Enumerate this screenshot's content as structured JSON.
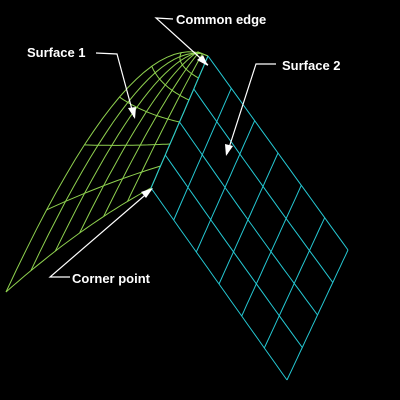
{
  "diagram": {
    "labels": {
      "common_edge": "Common edge",
      "surface_1": "Surface 1",
      "surface_2": "Surface 2",
      "corner_point": "Corner point"
    },
    "colors": {
      "background": "#000000",
      "surface_1": "#8fd14f",
      "surface_2": "#25c8d3",
      "annotation": "#ffffff"
    },
    "surface_1_grid": {
      "rows": 6,
      "columns": 6
    },
    "surface_2_grid": {
      "rows": 4,
      "columns": 6
    }
  }
}
